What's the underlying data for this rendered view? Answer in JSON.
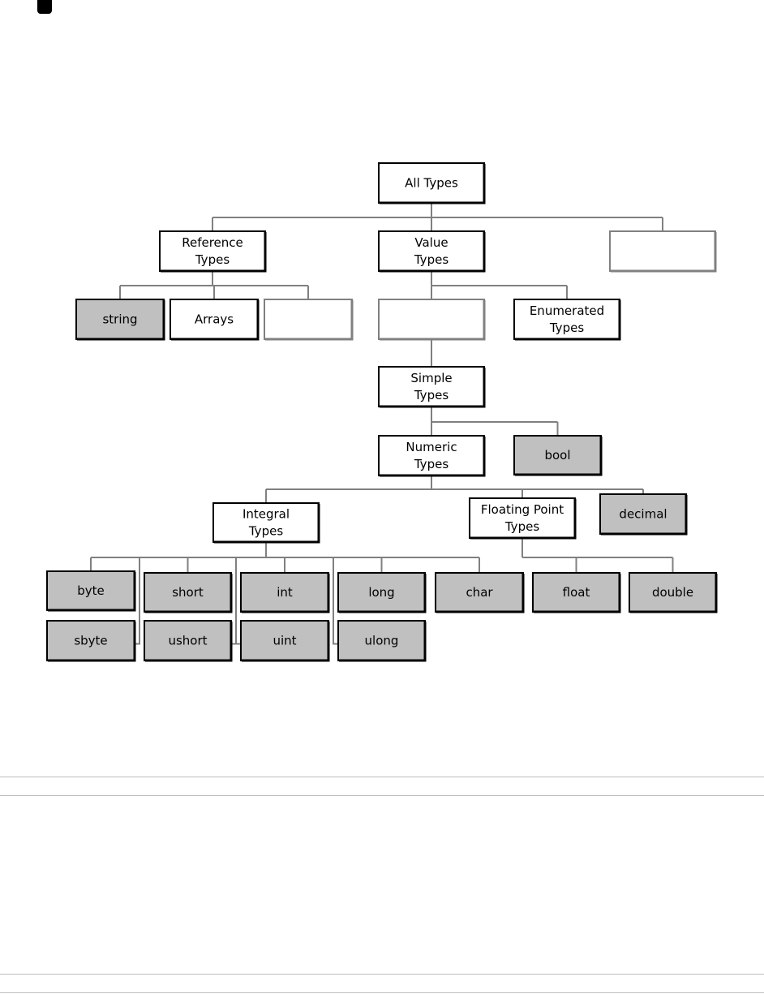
{
  "diagram": {
    "nodes": [
      {
        "id": "all",
        "lines": [
          "All Types"
        ],
        "style": "white"
      },
      {
        "id": "ref",
        "lines": [
          "Reference",
          "Types"
        ],
        "style": "white"
      },
      {
        "id": "val",
        "lines": [
          "Value",
          "Types"
        ],
        "style": "white"
      },
      {
        "id": "blank1",
        "lines": [],
        "style": "empty"
      },
      {
        "id": "string",
        "lines": [
          "string"
        ],
        "style": "gray"
      },
      {
        "id": "arrays",
        "lines": [
          "Arrays"
        ],
        "style": "white"
      },
      {
        "id": "blank2",
        "lines": [],
        "style": "empty"
      },
      {
        "id": "blank3",
        "lines": [],
        "style": "empty"
      },
      {
        "id": "enum",
        "lines": [
          "Enumerated",
          "Types"
        ],
        "style": "white"
      },
      {
        "id": "simple",
        "lines": [
          "Simple",
          "Types"
        ],
        "style": "white"
      },
      {
        "id": "numeric",
        "lines": [
          "Numeric",
          "Types"
        ],
        "style": "white"
      },
      {
        "id": "bool",
        "lines": [
          "bool"
        ],
        "style": "gray"
      },
      {
        "id": "integral",
        "lines": [
          "Integral",
          "Types"
        ],
        "style": "white"
      },
      {
        "id": "floating",
        "lines": [
          "Floating Point",
          "Types"
        ],
        "style": "white"
      },
      {
        "id": "decimal",
        "lines": [
          "decimal"
        ],
        "style": "gray"
      },
      {
        "id": "byte",
        "lines": [
          "byte"
        ],
        "style": "gray"
      },
      {
        "id": "short",
        "lines": [
          "short"
        ],
        "style": "gray"
      },
      {
        "id": "int",
        "lines": [
          "int"
        ],
        "style": "gray"
      },
      {
        "id": "long",
        "lines": [
          "long"
        ],
        "style": "gray"
      },
      {
        "id": "char",
        "lines": [
          "char"
        ],
        "style": "gray"
      },
      {
        "id": "float",
        "lines": [
          "float"
        ],
        "style": "gray"
      },
      {
        "id": "double",
        "lines": [
          "double"
        ],
        "style": "gray"
      },
      {
        "id": "sbyte",
        "lines": [
          "sbyte"
        ],
        "style": "gray"
      },
      {
        "id": "ushort",
        "lines": [
          "ushort"
        ],
        "style": "gray"
      },
      {
        "id": "uint",
        "lines": [
          "uint"
        ],
        "style": "gray"
      },
      {
        "id": "ulong",
        "lines": [
          "ulong"
        ],
        "style": "gray"
      }
    ],
    "edges": [
      [
        "all",
        "ref"
      ],
      [
        "all",
        "val"
      ],
      [
        "all",
        "blank1"
      ],
      [
        "ref",
        "string"
      ],
      [
        "ref",
        "arrays"
      ],
      [
        "ref",
        "blank2"
      ],
      [
        "val",
        "blank3"
      ],
      [
        "val",
        "enum"
      ],
      [
        "blank3",
        "simple"
      ],
      [
        "simple",
        "numeric"
      ],
      [
        "simple",
        "bool"
      ],
      [
        "numeric",
        "integral"
      ],
      [
        "numeric",
        "floating"
      ],
      [
        "numeric",
        "decimal"
      ],
      [
        "integral",
        "byte"
      ],
      [
        "integral",
        "short"
      ],
      [
        "integral",
        "int"
      ],
      [
        "integral",
        "long"
      ],
      [
        "integral",
        "char"
      ],
      [
        "integral",
        "sbyte"
      ],
      [
        "integral",
        "ushort"
      ],
      [
        "integral",
        "uint"
      ],
      [
        "integral",
        "ulong"
      ],
      [
        "floating",
        "float"
      ],
      [
        "floating",
        "double"
      ]
    ],
    "colors": {
      "gray_fill": "#c0c0c0",
      "white_fill": "#ffffff",
      "border": "#000000",
      "empty_border": "#808080",
      "connector": "#808080"
    }
  }
}
